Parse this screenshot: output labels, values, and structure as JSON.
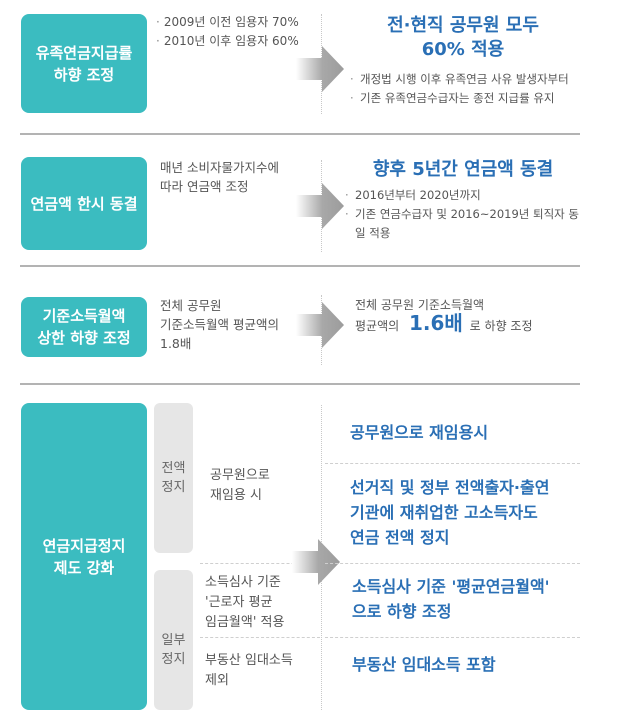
{
  "colors": {
    "teal": "#3bbcc0",
    "blue_text": "#2a6fb5",
    "gray_box": "#e6e6e6",
    "separator": "#b3b3b3",
    "arrow": "#a8a8a8"
  },
  "sections": [
    {
      "label": "유족연금지급률\n하향 조정",
      "before": [
        "2009년 이전 임용자 70%",
        "2010년 이후 임용자 60%"
      ],
      "result_title": "전·현직 공무원 모두\n60% 적용",
      "result_notes": [
        "개정법 시행 이후 유족연금 사유 발생자부터",
        "기존 유족연금수급자는 종전 지급률 유지"
      ]
    },
    {
      "label": "연금액 한시 동결",
      "before_text": "매년 소비자물가지수에\n따라 연금액 조정",
      "result_title": "향후 5년간 연금액 동결",
      "result_notes": [
        "2016년부터 2020년까지",
        "기존 연금수급자 및 2016~2019년 퇴직자 동일 적용"
      ]
    },
    {
      "label": "기준소득월액\n상한 하향 조정",
      "before_text": "전체 공무원\n기준소득월액 평균액의\n1.8배",
      "result_line1": "전체 공무원 기준소득월액",
      "result_prefix": "평균액의",
      "result_highlight": "1.6배",
      "result_suffix": "로 하향 조정"
    },
    {
      "label": "연금지급정지\n제도 강화",
      "categories": [
        {
          "name": "전액\n정지",
          "before": [
            "공무원으로\n재임용 시"
          ]
        },
        {
          "name": "일부\n정지",
          "before": [
            "소득심사 기준\n'근로자 평균\n임금월액' 적용",
            "부동산 임대소득\n제외"
          ]
        }
      ],
      "results": [
        "공무원으로 재임용시",
        "선거직 및 정부 전액출자·출연\n기관에 재취업한 고소득자도\n연금 전액 정지",
        "소득심사 기준 '평균연금월액'\n으로 하향 조정",
        "부동산 임대소득 포함"
      ]
    }
  ]
}
